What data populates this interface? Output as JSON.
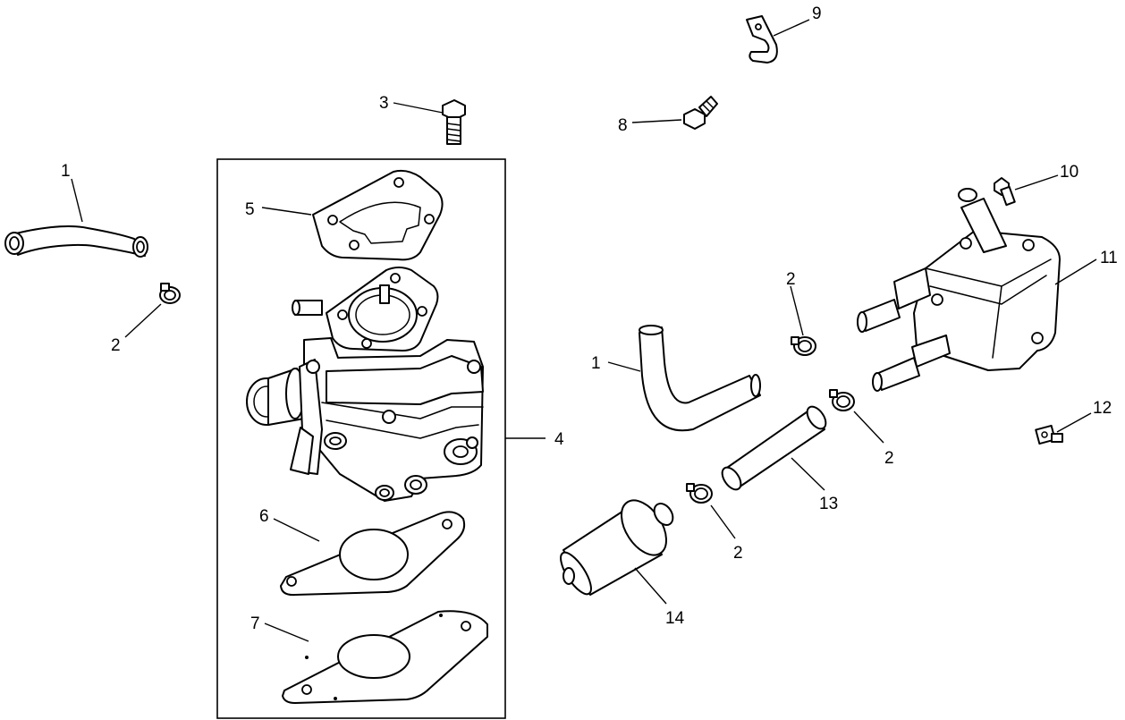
{
  "callouts": {
    "c1a": "1",
    "c1b": "1",
    "c2a": "2",
    "c2b": "2",
    "c2c": "2",
    "c2d": "2",
    "c3": "3",
    "c4": "4",
    "c5": "5",
    "c6": "6",
    "c7": "7",
    "c8": "8",
    "c9": "9",
    "c10": "10",
    "c11": "11",
    "c12": "12",
    "c13": "13",
    "c14": "14"
  },
  "colors": {
    "line": "#000000",
    "background": "#ffffff"
  }
}
